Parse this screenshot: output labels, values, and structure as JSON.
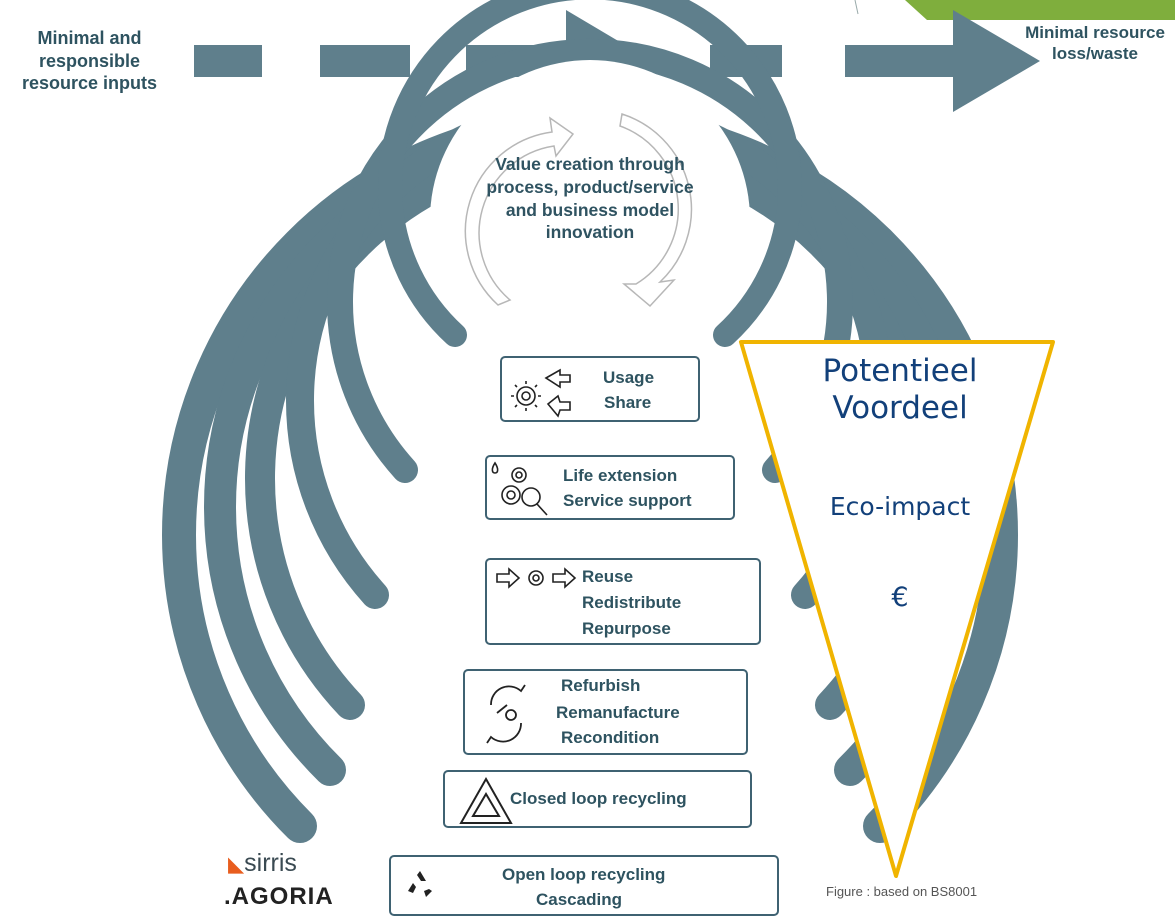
{
  "flow": {
    "input_label": "Minimal and responsible resource inputs",
    "output_label": "Minimal resource loss/waste"
  },
  "center": {
    "text": "Value creation through process, product/service and business model innovation"
  },
  "loops": [
    {
      "lines": [
        "Usage",
        "Share"
      ],
      "icon": "gear-arrows-icon"
    },
    {
      "lines": [
        "Life extension",
        "Service support"
      ],
      "icon": "gear-magnifier-icon"
    },
    {
      "lines": [
        "Reuse",
        "Redistribute",
        "Repurpose"
      ],
      "icon": "arrow-gear-arrow-icon"
    },
    {
      "lines": [
        "Refurbish",
        "Remanufacture",
        "Recondition"
      ],
      "icon": "wrench-cycle-icon"
    },
    {
      "lines": [
        "Closed loop recycling"
      ],
      "icon": "recycle-triangle-icon"
    },
    {
      "lines": [
        "Open loop recycling",
        "Cascading"
      ],
      "icon": "recycle-icon"
    }
  ],
  "potential": {
    "title": "Potentieel Voordeel",
    "eco": "Eco-impact",
    "currency": "€"
  },
  "caption": "Figure : based on BS8001",
  "logos": {
    "sirris": "sirris",
    "agoria": ".AGORIA"
  },
  "colors": {
    "loop": "#5f7f8c",
    "text": "#2e5360",
    "triangle_border": "#f0b400",
    "potential_text": "#12407a",
    "corner_accent": "#7fae3d"
  }
}
